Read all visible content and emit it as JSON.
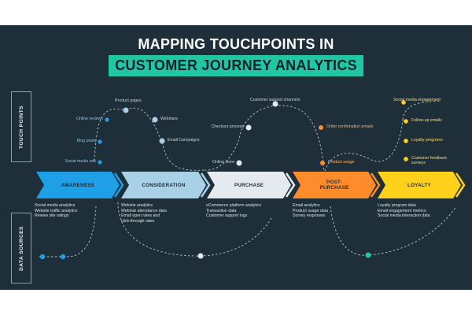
{
  "title": {
    "line1": "MAPPING TOUCHPOINTS IN",
    "line2": "CUSTOMER JOURNEY ANALYTICS"
  },
  "side_labels": {
    "touch_points": "TOUCH POINTS",
    "data_sources": "DATA SOURCES"
  },
  "colors": {
    "background": "#1f2f39",
    "awareness": "#1e9fe6",
    "consideration": "#a8d1e7",
    "purchase": "#e4eaee",
    "post_purchase": "#ff8c2a",
    "loyalty": "#ffd11a",
    "title_highlight": "#21c7a3"
  },
  "stages": [
    {
      "label": "AWARENESS"
    },
    {
      "label": "CONSIDERATION"
    },
    {
      "label": "PURCHASE"
    },
    {
      "label": "POST-PURCHASE"
    },
    {
      "label": "LOYALTY"
    }
  ],
  "touchpoints": {
    "awareness": [
      "Online reviews",
      "Blog posts",
      "Social media ads"
    ],
    "consideration": [
      "Product pages",
      "Webinars",
      "Email Campaigns"
    ],
    "purchase": [
      "Customer support channels",
      "Checkout process",
      "Online store"
    ],
    "post_purchase": [
      "Order confirmation emails",
      "Product usage"
    ],
    "loyalty": [
      "Social media engagement",
      "Follow-up emails",
      "Loyalty programs",
      "Customer feedback surveys"
    ]
  },
  "data_sources": {
    "awareness": [
      "Social media analytics",
      "Website traffic analytics",
      "Review site ratings"
    ],
    "consideration": [
      "Website analytics",
      "Webinar attendance data",
      "Email open rates and",
      "click-through rates"
    ],
    "purchase": [
      "eCommerce platform analytics",
      "Transaction data",
      "Customer support logs"
    ],
    "post_purchase": [
      "Email analytics",
      "Product usage data",
      "Survey responses"
    ],
    "loyalty": [
      "Loyalty program data",
      "Email engagement metrics",
      "Social media interaction data"
    ]
  }
}
